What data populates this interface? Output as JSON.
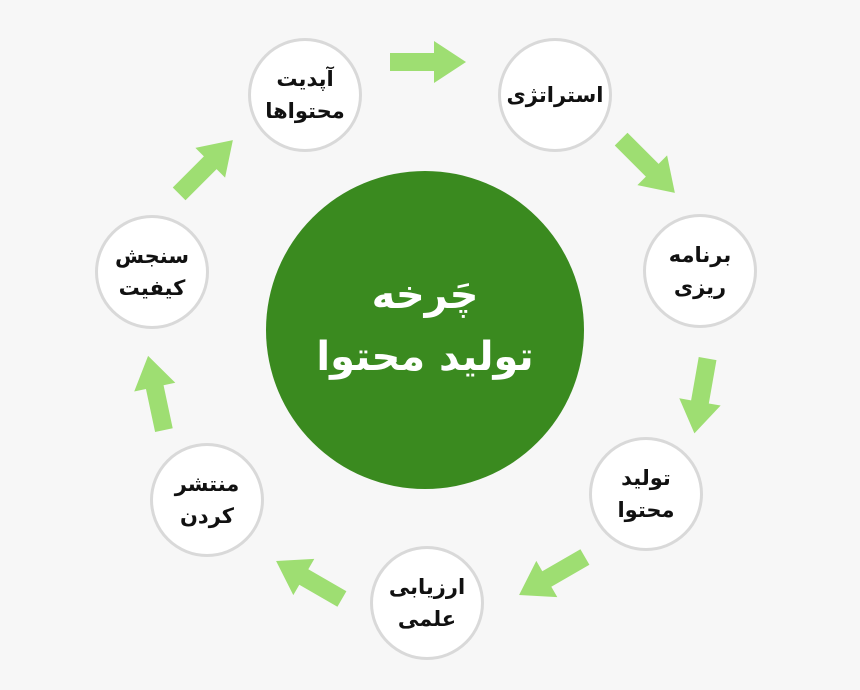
{
  "center": {
    "title": "چَرخه\nتولید محتوا"
  },
  "nodes": [
    {
      "id": "strategy",
      "label": "استراتژی"
    },
    {
      "id": "planning",
      "label": "برنامه\nریزی"
    },
    {
      "id": "production",
      "label": "تولید\nمحتوا"
    },
    {
      "id": "review",
      "label": "ارزیابی\nعلمی"
    },
    {
      "id": "publishing",
      "label": "منتشر\nکردن"
    },
    {
      "id": "quality",
      "label": "سنجش\nکیفیت"
    },
    {
      "id": "update",
      "label": "آپدیت\nمحتواها"
    }
  ],
  "colors": {
    "center_fill": "#3a8a1f",
    "arrow_fill": "#9ede72",
    "node_border": "#d9d9d9",
    "node_fill": "#ffffff",
    "background": "#f7f7f7"
  }
}
